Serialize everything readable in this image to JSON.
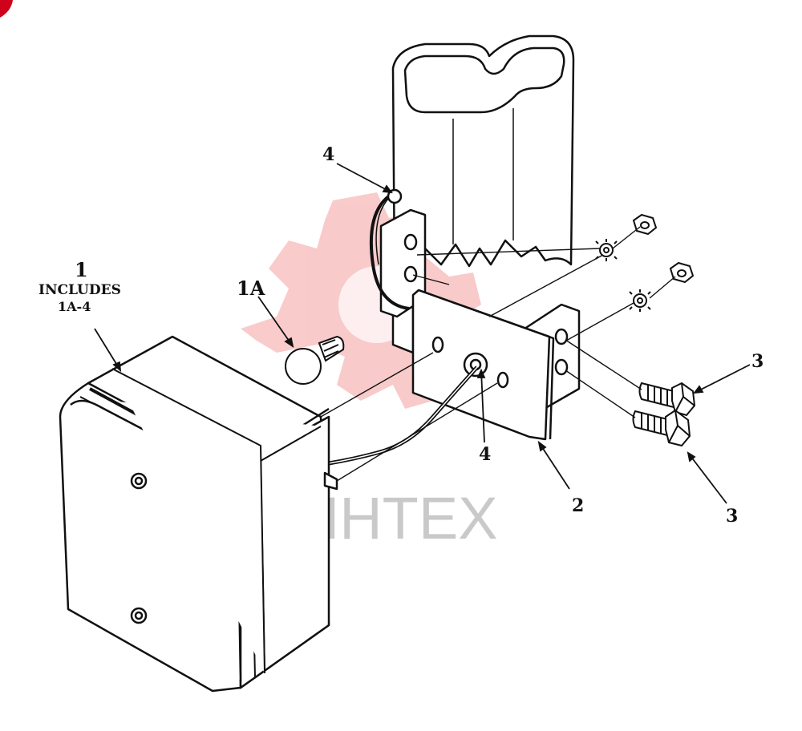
{
  "callouts": {
    "item_1": "1",
    "item_1_includes": "INCLUDES",
    "item_1_range": "1A-4",
    "item_1a": "1A",
    "item_2": "2",
    "item_3_upper": "3",
    "item_3_lower": "3",
    "item_4_upper": "4",
    "item_4_lower": "4"
  },
  "watermark": {
    "text": "ИНТЕХ",
    "color": "#f08a8a",
    "text_color": "#b8b8b8"
  },
  "colors": {
    "line": "#111111",
    "background": "#ffffff",
    "corner_badge": "#d0021b"
  }
}
